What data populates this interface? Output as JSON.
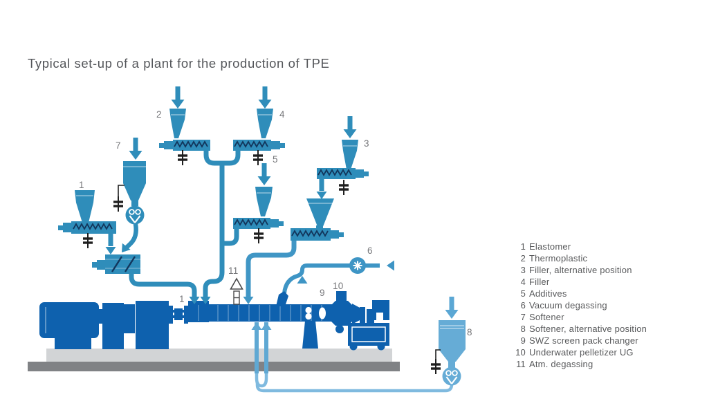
{
  "title": "Typical set-up of a plant for the production of TPE",
  "colors": {
    "machine_blue": "#0E61AE",
    "process_teal": "#2F8DBA",
    "alt_pipe_blue": "#4096C5",
    "vacuum_line_blue": "#3E95C5",
    "light_blue": "#5FA8D3",
    "water_loop_blue": "#7FBADF",
    "platform_gray": "#D2D4D6",
    "base_gray": "#808285",
    "label_gray": "#76777A",
    "text_gray": "#58595B"
  },
  "diagram": {
    "labels": {
      "l1_top": "1",
      "l2": "2",
      "l3": "3",
      "l4": "4",
      "l5": "5",
      "l6": "6",
      "l7": "7",
      "l8": "8",
      "l9": "9",
      "l10": "10",
      "l11": "11",
      "l1_inlet": "1"
    }
  },
  "legend": {
    "items": [
      {
        "num": "1",
        "label": "Elastomer"
      },
      {
        "num": "2",
        "label": "Thermoplastic"
      },
      {
        "num": "3",
        "label": "Filler, alternative position"
      },
      {
        "num": "4",
        "label": "Filler"
      },
      {
        "num": "5",
        "label": "Additives"
      },
      {
        "num": "6",
        "label": "Vacuum degassing"
      },
      {
        "num": "7",
        "label": "Softener"
      },
      {
        "num": "8",
        "label": "Softener, alternative position"
      },
      {
        "num": "9",
        "label": "SWZ screen pack changer"
      },
      {
        "num": "10",
        "label": "Underwater pelletizer UG"
      },
      {
        "num": "11",
        "label": "Atm. degassing"
      }
    ]
  }
}
